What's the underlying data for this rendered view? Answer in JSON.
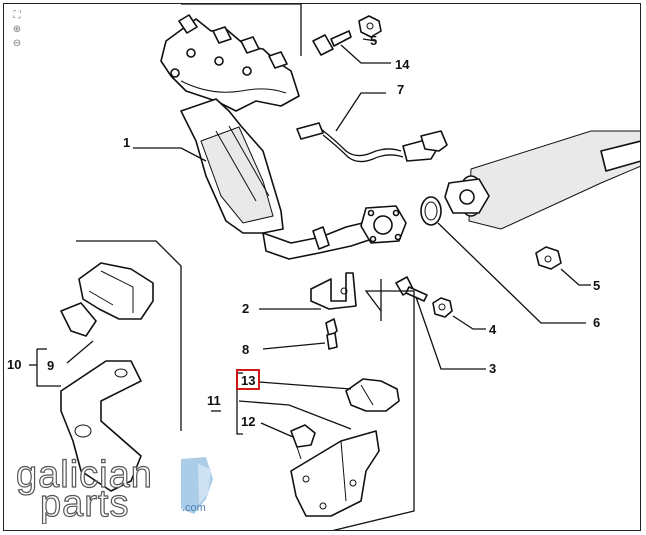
{
  "toolbar": {
    "icons": [
      "fit-icon",
      "zoom-in-icon",
      "zoom-out-icon"
    ],
    "glyphs": [
      "⛶",
      "⊕",
      "⊖"
    ]
  },
  "callouts": {
    "c1": "1",
    "c2": "2",
    "c3": "3",
    "c4": "4",
    "c5a": "5",
    "c5b": "5",
    "c6": "6",
    "c7": "7",
    "c8": "8",
    "c9": "9",
    "c10": "10",
    "c11": "11",
    "c12": "12",
    "c13": "13",
    "c14": "14"
  },
  "highlight": {
    "callout": "13",
    "color": "#cc0000"
  },
  "logo": {
    "word1": "galician",
    "word2": "parts",
    "domain": ".com",
    "accent": "#4a7fb8"
  }
}
